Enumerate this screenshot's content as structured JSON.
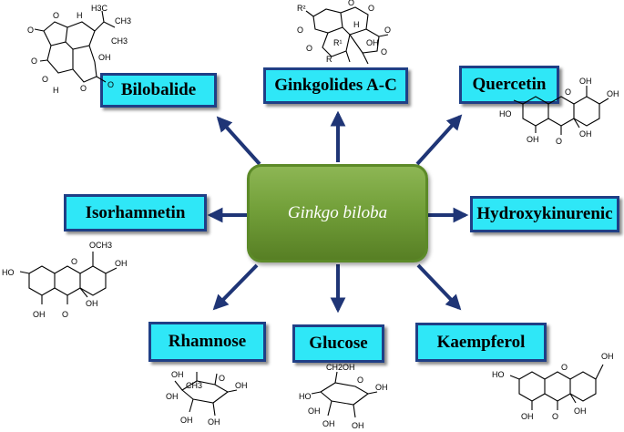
{
  "center_label": "Ginkgo biloba",
  "boxes": {
    "bilobalide": "Bilobalide",
    "ginkgolides": "Ginkgolides A-C",
    "quercetin": "Quercetin",
    "isorhamnetin": "Isorhamnetin",
    "hydroxykinurenic": "Hydroxykinurenic",
    "rhamnose": "Rhamnose",
    "glucose": "Glucose",
    "kaempferol": "Kaempferol"
  },
  "structure_labels": {
    "bilobalide": [
      "H3C",
      "CH3",
      "CH3",
      "OH",
      "H",
      "H",
      "O",
      "O",
      "O",
      "O",
      "O",
      "O"
    ],
    "ginkgolides": [
      "R²",
      "R¹",
      "R",
      "OH",
      "O",
      "O",
      "O",
      "O",
      "O",
      "O",
      "H"
    ],
    "quercetin": [
      "HO",
      "OH",
      "OH",
      "OH",
      "OH",
      "O",
      "O"
    ],
    "isorhamnetin": [
      "OCH3",
      "OH",
      "HO",
      "OH",
      "OH",
      "O",
      "O"
    ],
    "rhamnose": [
      "OH",
      "O",
      "OH",
      "OH",
      "OH",
      "CH3",
      "OH"
    ],
    "glucose": [
      "CH2OH",
      "O",
      "OH",
      "HO",
      "OH",
      "OH",
      "OH"
    ],
    "kaempferol": [
      "HO",
      "OH",
      "OH",
      "OH",
      "O",
      "O"
    ]
  },
  "colors": {
    "box_fill": "#2fe7f7",
    "box_border": "#1f3f86",
    "arrow": "#1f3576",
    "center_fill": "#73a03a"
  }
}
